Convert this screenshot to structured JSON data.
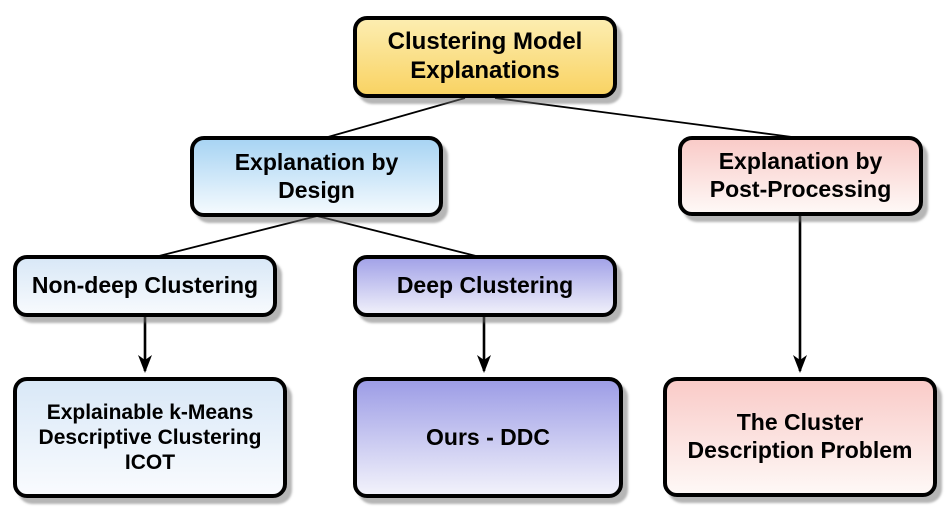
{
  "diagram": {
    "background": "#FFFFFF",
    "border_color": "#000000",
    "line_color": "#000000",
    "nodes": {
      "root": {
        "label": "Clustering Model\nExplanations",
        "fill_top": "#FCEDB0",
        "fill_bottom": "#F9D363"
      },
      "design": {
        "label": "Explanation by\nDesign",
        "fill_top": "#A8D4F3",
        "fill_bottom": "#F4FAFE"
      },
      "post": {
        "label": "Explanation by\nPost-Processing",
        "fill_top": "#F9CBC8",
        "fill_bottom": "#FEF8F6"
      },
      "nondeep": {
        "label": "Non-deep Clustering",
        "fill_top": "#D9E8F7",
        "fill_bottom": "#F7FAFD"
      },
      "deep": {
        "label": "Deep Clustering",
        "fill_top": "#A3A3E8",
        "fill_bottom": "#EFEFFA"
      },
      "explainable": {
        "label": "Explainable k-Means\nDescriptive Clustering\nICOT",
        "fill_top": "#D9E8F7",
        "fill_bottom": "#F9FBFE"
      },
      "ours": {
        "label": "Ours - DDC",
        "fill_top": "#9D9DE6",
        "fill_bottom": "#F2F2FB"
      },
      "cdp": {
        "label": "The Cluster\nDescription Problem",
        "fill_top": "#F9CBC8",
        "fill_bottom": "#FEF8F6"
      }
    },
    "edges": [
      {
        "from": "root",
        "to": "design",
        "arrow": false
      },
      {
        "from": "root",
        "to": "post",
        "arrow": false
      },
      {
        "from": "design",
        "to": "nondeep",
        "arrow": false
      },
      {
        "from": "design",
        "to": "deep",
        "arrow": false
      },
      {
        "from": "nondeep",
        "to": "explainable",
        "arrow": true
      },
      {
        "from": "deep",
        "to": "ours",
        "arrow": true
      },
      {
        "from": "post",
        "to": "cdp",
        "arrow": true
      }
    ]
  }
}
